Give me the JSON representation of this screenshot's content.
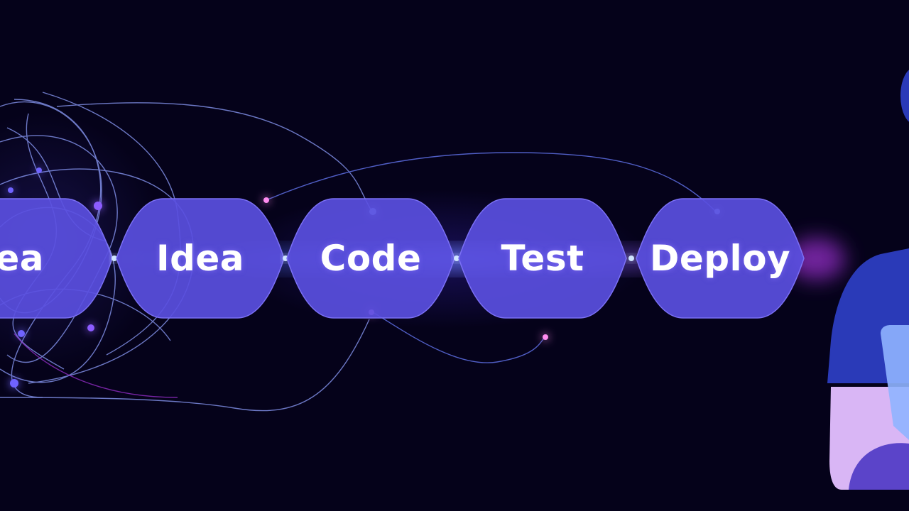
{
  "colors": {
    "background": "#05021a",
    "node_fill": "#5a4fe0",
    "node_edge": "#7b70f5",
    "glow_blue": "#3f6bff",
    "glow_magenta": "#c23cff",
    "line_color": "#8fa0ff",
    "person_shirt": "#2a3ab8",
    "person_skin": "#c9a6f0",
    "laptop": "#8fb4ff"
  },
  "pipeline": {
    "stages": [
      {
        "label": "Idea"
      },
      {
        "label": "Idea"
      },
      {
        "label": "Code"
      },
      {
        "label": "Test"
      },
      {
        "label": "Deploy"
      }
    ]
  },
  "icons": {
    "person": "person-with-laptop-illustration"
  }
}
